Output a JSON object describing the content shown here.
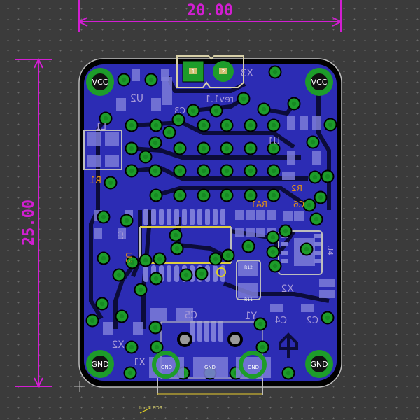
{
  "dimensions": {
    "width": "20.00",
    "height": "25.00"
  },
  "colors": {
    "background": "#3b3b3b",
    "copper_fill": "#2c2cb4",
    "via": "#1d9c2a",
    "dimension": "#d21ed2",
    "silkscreen_back": "#a79ad8",
    "silkscreen_front": "#e0901a",
    "smd_pad": "#7c7cd8",
    "outline": "#c8c8c8"
  },
  "mounting_holes": {
    "top_left": "VCC",
    "top_right": "VCC",
    "bottom_left": "GND",
    "bottom_right": "GND"
  },
  "pads": {
    "x3_pin1": "1",
    "x3_pin2": "2",
    "usb_left": "GND",
    "usb_center": "GND",
    "usb_right": "GND",
    "r12": "R12",
    "r11": "R11"
  },
  "labels": {
    "x3": "X3",
    "rev": "rev1.1",
    "u2": "U2",
    "c3": "C3",
    "l1": "L1",
    "r1": "R1",
    "u1": "U1",
    "r2": "R2",
    "c6": "C6",
    "ra1": "RA1",
    "c1": "C1",
    "u3": "U3",
    "u4": "U4",
    "x2_right": "X2",
    "c4": "C4",
    "c2": "C2",
    "c5": "C5",
    "y1": "Y1",
    "x2_left": "X2",
    "x1": "X1",
    "pcb_front": "PCB Front"
  }
}
